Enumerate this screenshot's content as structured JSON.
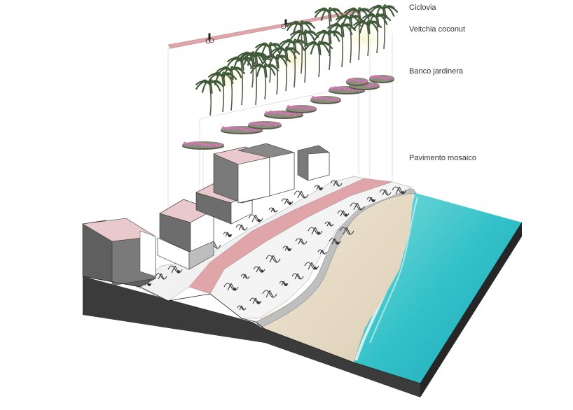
{
  "labels": [
    {
      "text": "Ciclovia"
    },
    {
      "text": "Veitchia coconut"
    },
    {
      "text": "Banco jardinera"
    },
    {
      "text": "Pavimento mosaico"
    }
  ],
  "colors": {
    "bike_lane": "#e0a5a8",
    "paving": "#f1f1f1",
    "mosaic_ink": "#3a3a3a",
    "sand": "#e8dcc8",
    "sea": "#33c1c9",
    "sea_deep": "#1fa7b5",
    "foam": "#ffffff",
    "block_side": "#5f5f5f",
    "block_front": "#3e3e3e",
    "building_roof": "#e9c9cb",
    "building_wall": "#6d6d6d",
    "palm_leaf": "#3f5a38",
    "flower": "#d774b9"
  },
  "icons": [
    "cyclist-icon",
    "palm-icon",
    "planter-icon",
    "building-icon"
  ]
}
